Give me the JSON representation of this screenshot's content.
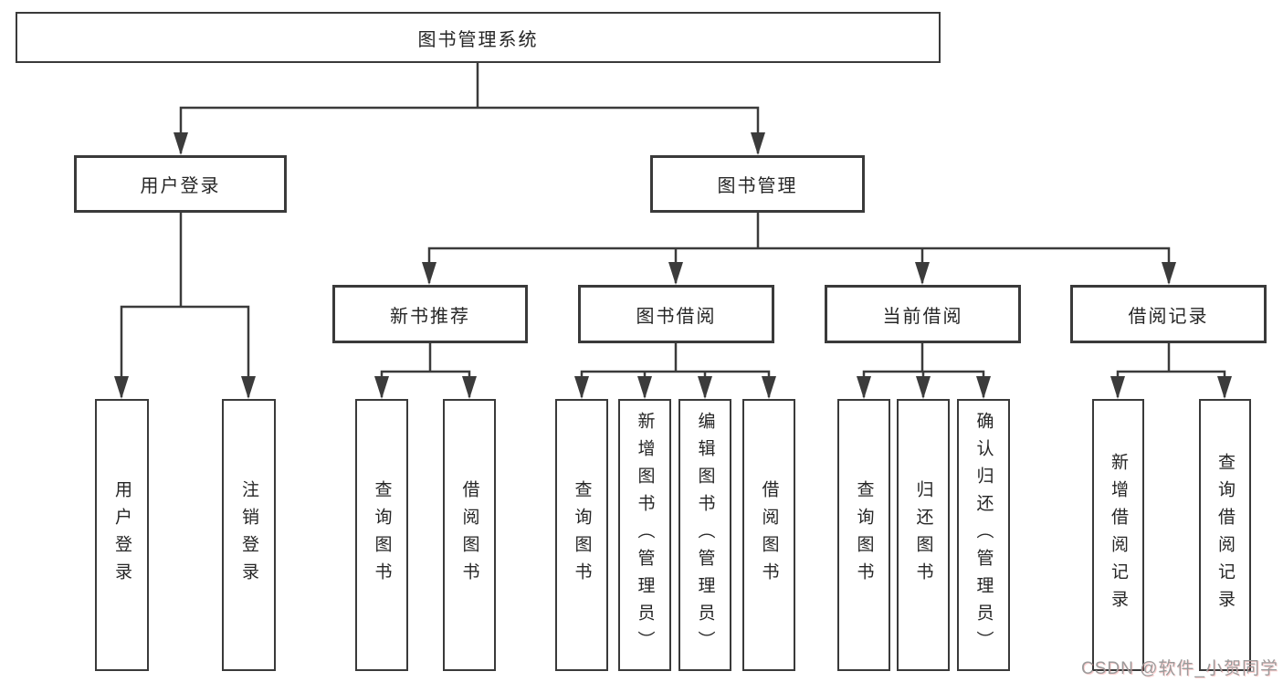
{
  "diagram": {
    "root": {
      "label": "图书管理系统"
    },
    "level2": [
      {
        "label": "用户登录"
      },
      {
        "label": "图书管理"
      }
    ],
    "level3": [
      {
        "label": "新书推荐"
      },
      {
        "label": "图书借阅"
      },
      {
        "label": "当前借阅"
      },
      {
        "label": "借阅记录"
      }
    ],
    "leaves": [
      {
        "label": "用户登录"
      },
      {
        "label": "注销登录"
      },
      {
        "label": "查询图书"
      },
      {
        "label": "借阅图书"
      },
      {
        "label": "查询图书"
      },
      {
        "label": "新增图书（管理员）"
      },
      {
        "label": "编辑图书（管理员）"
      },
      {
        "label": "借阅图书"
      },
      {
        "label": "查询图书"
      },
      {
        "label": "归还图书"
      },
      {
        "label": "确认归还（管理员）"
      },
      {
        "label": "新增借阅记录"
      },
      {
        "label": "查询借阅记录"
      }
    ],
    "watermark": "CSDN @软件_小贺同学",
    "colors": {
      "line": "#3b3b3b",
      "border": "#3a3a3a",
      "text": "#262626",
      "background": "#ffffff",
      "watermark": "#9b9b9b"
    }
  }
}
